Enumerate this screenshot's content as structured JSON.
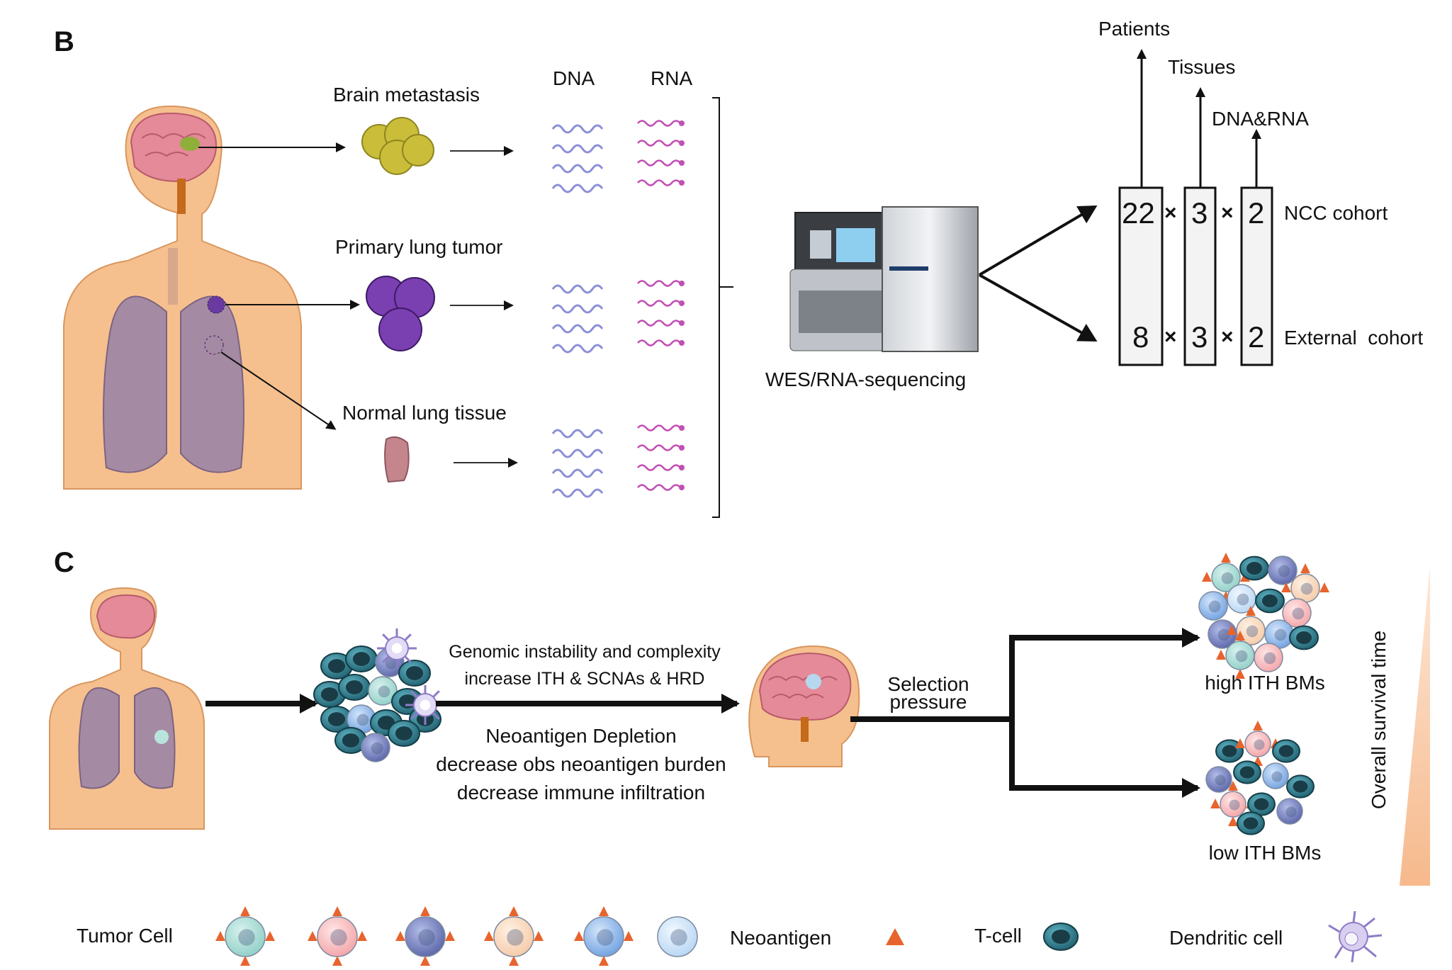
{
  "panel_b": {
    "letter": "B",
    "sample_labels": [
      "Brain metastasis",
      "Primary lung tumor",
      "Normal lung tissue"
    ],
    "dna_header": "DNA",
    "rna_header": "RNA",
    "sequencer_label": "WES/RNA-sequencing",
    "hierarchy_labels": [
      "Patients",
      "Tissues",
      "DNA&RNA"
    ],
    "cohorts": [
      {
        "name": "NCC cohort",
        "patients": "22",
        "tissues": "3",
        "dna_rna": "2"
      },
      {
        "name": "External  cohort",
        "patients": "8",
        "tissues": "3",
        "dna_rna": "2"
      }
    ],
    "times_symbol": "×"
  },
  "panel_c": {
    "letter": "C",
    "upper_text": [
      "Genomic instability and complexity",
      "increase ITH & SCNAs & HRD"
    ],
    "lower_text": [
      "Neoantigen Depletion",
      "decrease obs neoantigen burden",
      "decrease immune infiltration"
    ],
    "selection": [
      "Selection",
      "pressure"
    ],
    "high_label": "high ITH BMs",
    "low_label": "low ITH BMs",
    "survival_label": "Overall survival time"
  },
  "legend": {
    "tumor_cell": "Tumor Cell",
    "neoantigen": "Neoantigen",
    "t_cell": "T-cell",
    "dendritic_cell": "Dendritic cell"
  },
  "colors": {
    "skin": "#f5c08e",
    "lung": "#a58aa3",
    "brain": "#e58a98",
    "neoantigen": "#e8642e",
    "tcell": "#2f8596",
    "dna": "#8c8fd6",
    "rna": "#c24fb4",
    "gradient": "#f6b98c"
  }
}
